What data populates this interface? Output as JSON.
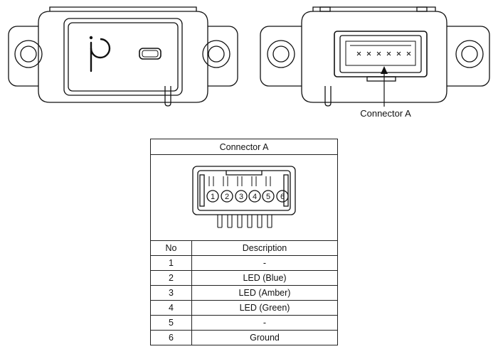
{
  "callout": {
    "connector_label": "Connector A"
  },
  "table": {
    "title": "Connector A",
    "headers": {
      "no": "No",
      "description": "Description"
    },
    "pin_numbers": [
      "1",
      "2",
      "3",
      "4",
      "5",
      "6"
    ],
    "rows": [
      {
        "no": "1",
        "description": "-"
      },
      {
        "no": "2",
        "description": "LED (Blue)"
      },
      {
        "no": "3",
        "description": "LED (Amber)"
      },
      {
        "no": "4",
        "description": "LED (Green)"
      },
      {
        "no": "5",
        "description": "-"
      },
      {
        "no": "6",
        "description": "Ground"
      }
    ]
  }
}
